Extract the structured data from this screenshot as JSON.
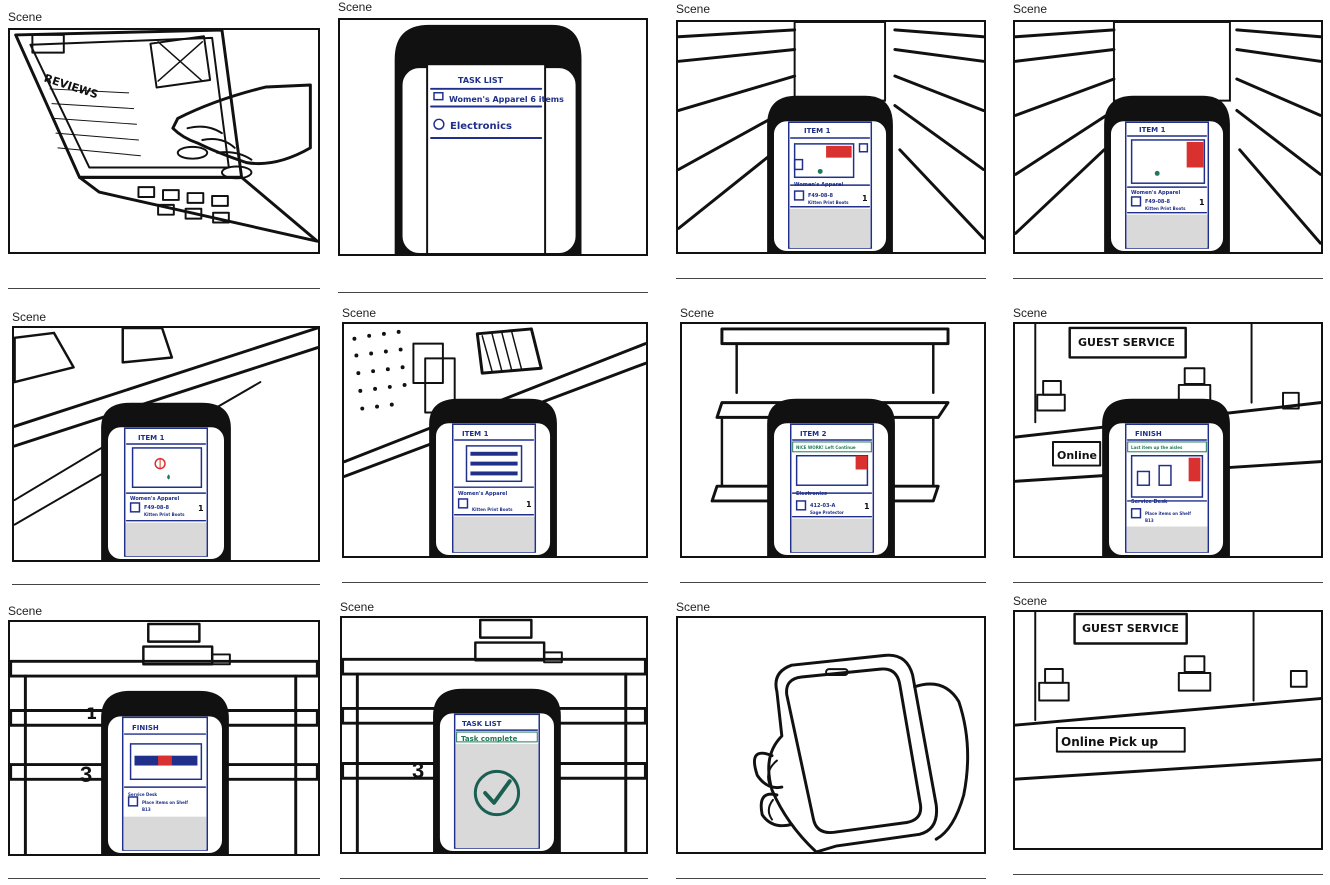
{
  "scene_label": "Scene",
  "frames": [
    {
      "id": 1,
      "texts": {
        "reviews": "REVIEWS"
      }
    },
    {
      "id": 2,
      "texts": {
        "title": "TASK LIST",
        "item1": "Women's Apparel 6 items",
        "item2": "Electronics"
      }
    },
    {
      "id": 3,
      "texts": {
        "title": "ITEM 1",
        "section": "Women's Apparel",
        "code": "F49-08-8",
        "desc": "Kitten Print Boots",
        "qty": "1"
      }
    },
    {
      "id": 4,
      "texts": {
        "title": "ITEM 1",
        "section": "Women's Apparel",
        "code": "F49-08-8",
        "desc": "Kitten Print Boots",
        "qty": "1"
      }
    },
    {
      "id": 5,
      "texts": {
        "title": "ITEM 1",
        "section": "Women's Apparel",
        "code": "F49-08-8",
        "desc": "Kitten Print Boots",
        "qty": "1"
      }
    },
    {
      "id": 6,
      "texts": {
        "title": "ITEM 1",
        "section": "Women's Apparel",
        "desc": "Kitten Print Boots",
        "qty": "1"
      }
    },
    {
      "id": 7,
      "texts": {
        "title": "ITEM 2",
        "banner": "NICE WORK! Left Continue",
        "section": "Electronics",
        "code": "412-03-A",
        "desc": "Sage Protector",
        "qty": "1"
      }
    },
    {
      "id": 8,
      "texts": {
        "sign": "GUEST SERVICE",
        "counter": "Online",
        "title": "FINISH",
        "banner": "Last item up the aisles",
        "section": "Service Desk",
        "desc": "Place items on Shelf",
        "shelf": "B13"
      }
    },
    {
      "id": 9,
      "texts": {
        "title": "FINISH",
        "section": "Service Desk",
        "desc": "Place items on Shelf",
        "shelf": "B13",
        "aisle_a": "1",
        "aisle_b": "3"
      }
    },
    {
      "id": 10,
      "texts": {
        "title": "TASK LIST",
        "banner": "Task complete",
        "aisle_b": "3"
      }
    },
    {
      "id": 11,
      "texts": {}
    },
    {
      "id": 12,
      "texts": {
        "sign": "GUEST SERVICE",
        "counter": "Online Pick up"
      }
    }
  ],
  "colors": {
    "ink": "#111111",
    "pen_blue": "#1f2f8a",
    "red": "#d93030",
    "green": "#1f7a55",
    "screen_gray": "#d9d9d9"
  }
}
